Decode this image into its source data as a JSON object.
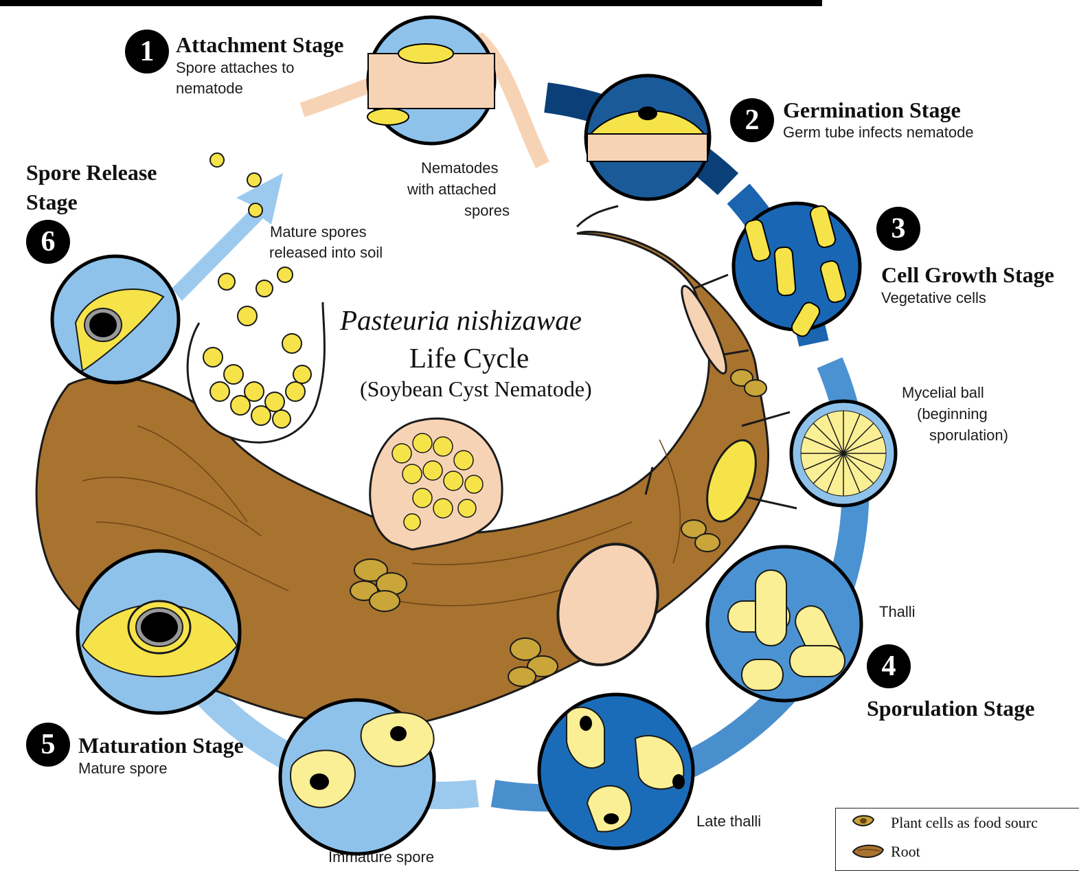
{
  "colors": {
    "arrow_dark": "#0b3f78",
    "arrow_mid": "#1966b4",
    "arrow_light": "#6fa9dc",
    "arrow_pale": "#9cc8ee",
    "root_brown": "#a8732f",
    "root_dark": "#7a4d1b",
    "spore_yellow": "#f6e34a",
    "cell_yellow": "#fbef95",
    "circle_bg_light": "#8ec2ea",
    "circle_bg_dark": "#1b5a99",
    "peach": "#f7d3b5"
  },
  "center_title": {
    "species": "Pasteuria nishizawae",
    "line2": "Life Cycle",
    "line3": "(Soybean Cyst Nematode)"
  },
  "stages": [
    {
      "number": "1",
      "title": "Attachment Stage",
      "subtitle_lines": [
        "Spore attaches to",
        "nematode"
      ]
    },
    {
      "number": "2",
      "title": "Germination Stage",
      "subtitle_lines": [
        "Germ tube infects nematode"
      ]
    },
    {
      "number": "3",
      "title": "Cell Growth Stage",
      "subtitle_lines": [
        "Vegetative cells"
      ]
    },
    {
      "number": "4",
      "title": "Sporulation Stage",
      "subtitle_lines": []
    },
    {
      "number": "5",
      "title": "Maturation Stage",
      "subtitle_lines": [
        "Mature spore"
      ]
    },
    {
      "number": "6",
      "title_lines": [
        "Spore Release",
        "Stage"
      ],
      "subtitle_lines": []
    }
  ],
  "notes": {
    "nematodes": [
      "Nematodes",
      "with attached",
      "spores"
    ],
    "mature_spores": [
      "Mature spores",
      "released into soil"
    ],
    "mycelial": [
      "Mycelial ball",
      "(beginning",
      "sporulation)"
    ],
    "thalli": "Thalli",
    "late_thalli": "Late thalli",
    "immature": "Immature spore"
  },
  "legend": {
    "items": [
      {
        "icon": "plant-cell-icon",
        "label": "Plant cells as food sourc"
      },
      {
        "icon": "root-icon",
        "label": "Root"
      }
    ]
  }
}
